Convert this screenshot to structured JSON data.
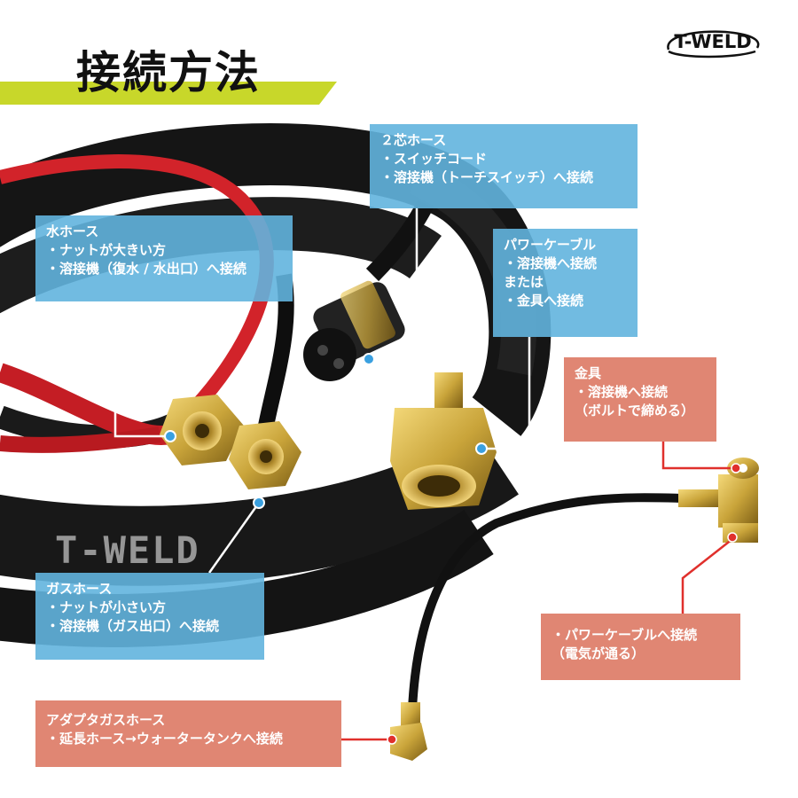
{
  "header": {
    "title": "接続方法",
    "brand": "T-WELD"
  },
  "watermark": "T-WELD",
  "callouts": {
    "water_hose": {
      "title": "水ホース",
      "lines": [
        "・ナットが大きい方",
        "・溶接機（復水 / 水出口）へ接続"
      ]
    },
    "two_core_hose": {
      "title": "２芯ホース",
      "lines": [
        "・スイッチコード",
        "・溶接機（トーチスイッチ）へ接続"
      ]
    },
    "power_cable": {
      "title": "パワーケーブル",
      "lines": [
        "・溶接機へ接続",
        "または",
        "・金具へ接続"
      ]
    },
    "fitting": {
      "title": "金具",
      "lines": [
        "・溶接機へ接続",
        "（ボルトで締める）"
      ]
    },
    "gas_hose": {
      "title": "ガスホース",
      "lines": [
        "・ナットが小さい方",
        "・溶接機（ガス出口）へ接続"
      ]
    },
    "power_cable_connect": {
      "lines": [
        "・パワーケーブルへ接続",
        "（電気が通る）"
      ]
    },
    "adapter_gas_hose": {
      "title": "アダプタガスホース",
      "lines": [
        "・延長ホース→ウォータータンクへ接続"
      ]
    }
  },
  "colors": {
    "banner": "#c8d72a",
    "blue_box": "#62b4de",
    "salmon_box": "#de806c",
    "red_hose": "#d2232a",
    "black_hose": "#1a1a1a",
    "brass": "#c9a43a"
  }
}
